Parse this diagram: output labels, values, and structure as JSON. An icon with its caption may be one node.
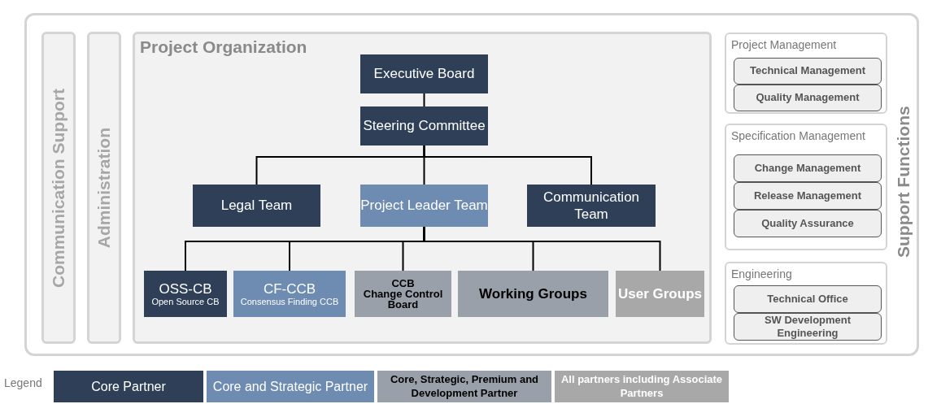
{
  "diagram": {
    "nodes": [
      {
        "text": [],
        "shape": "box"
      },
      {
        "text": [
          "Communication Support"
        ],
        "in": 0
      },
      {
        "text": [
          "Administration"
        ],
        "in": 0
      },
      {
        "text": [
          "Project Organization"
        ],
        "in": 0
      },
      {
        "text": [
          "Executive Board"
        ],
        "in": 3
      },
      {
        "text": [
          "Steering Committee"
        ],
        "in": 3
      },
      {
        "text": [
          "Legal Team"
        ],
        "in": 3
      },
      {
        "text": [
          "Project Leader Team"
        ],
        "in": 3
      },
      {
        "text": [
          "Communication Team"
        ],
        "in": 3
      },
      {
        "text": [
          "OSS-CB",
          "Open Source CB"
        ],
        "in": 3
      },
      {
        "text": [
          "CF-CCB",
          "Consensus Finding CCB"
        ],
        "in": 3
      },
      {
        "text": [
          "CCB",
          "Change Control Board"
        ],
        "in": 3
      },
      {
        "text": [
          "Working Groups"
        ],
        "in": 3
      },
      {
        "text": [
          "User Groups"
        ],
        "in": 3
      },
      {
        "text": [
          "Project Management"
        ],
        "in": 0
      },
      {
        "text": [
          "Technical Management"
        ],
        "in": 14
      },
      {
        "text": [
          "Quality Management"
        ],
        "in": 14
      },
      {
        "text": [
          "Specification Management"
        ],
        "in": 0
      },
      {
        "text": [
          "Change Management"
        ],
        "in": 17
      },
      {
        "text": [
          "Release Management"
        ],
        "in": 17
      },
      {
        "text": [
          "Quality Assurance"
        ],
        "in": 17
      },
      {
        "text": [
          "Engineering"
        ],
        "in": 0
      },
      {
        "text": [
          "Technical Office"
        ],
        "in": 21
      },
      {
        "text": [
          "SW Development Engineering"
        ],
        "in": 21
      }
    ],
    "edges": [
      {
        "from": 4,
        "to": 5,
        "arrow": "none"
      },
      {
        "from": 5,
        "to": 6,
        "arrow": "none"
      },
      {
        "from": 5,
        "to": 7,
        "arrow": "none"
      },
      {
        "from": 5,
        "to": 8,
        "arrow": "none"
      },
      {
        "from": 7,
        "to": 9,
        "arrow": "none"
      },
      {
        "from": 7,
        "to": 10,
        "arrow": "none"
      },
      {
        "from": 7,
        "to": 11,
        "arrow": "none"
      },
      {
        "from": 7,
        "to": 12,
        "arrow": "none"
      },
      {
        "from": 7,
        "to": 13,
        "arrow": "none"
      }
    ],
    "labels": [
      "Support Functions",
      "Legend"
    ],
    "legend": [
      {
        "text": "Core Partner",
        "color": "#2e3f57"
      },
      {
        "text": "Core and Strategic Partner",
        "color": "#6e8bb1"
      },
      {
        "text": "Core, Strategic, Premium and Development Partner",
        "color": "#9aa0a9"
      },
      {
        "text": "All partners including Associate Partners",
        "color": "#a8a8a8"
      }
    ]
  }
}
